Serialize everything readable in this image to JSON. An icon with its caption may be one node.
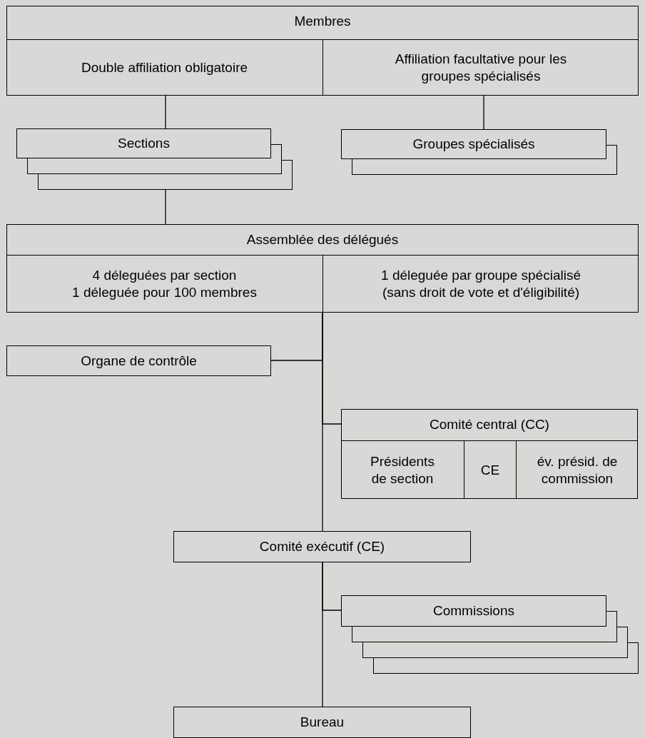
{
  "diagram": {
    "nodes": [
      {
        "text": [
          "Membres"
        ]
      },
      {
        "text": [
          "Double affiliation obligatoire"
        ],
        "in": 0
      },
      {
        "text": [
          "Affiliation facultative pour les groupes spécialisés"
        ],
        "in": 0
      },
      {
        "text": [
          "Sections"
        ]
      },
      {
        "text": [
          "Groupes spécialisés"
        ]
      },
      {
        "text": [
          "Assemblée des délégués"
        ]
      },
      {
        "text": [
          "4 déleguées par section",
          "1 déleguée pour 100 membres"
        ],
        "in": 5
      },
      {
        "text": [
          "1 déleguée par groupe spécialisé (sans droit de vote et d'éligibilité)"
        ],
        "in": 5
      },
      {
        "text": [
          "Organe de contrôle"
        ]
      },
      {
        "text": [
          "Comité central (CC)"
        ]
      },
      {
        "text": [
          "Présidents de section"
        ],
        "in": 9
      },
      {
        "text": [
          "CE"
        ],
        "in": 9
      },
      {
        "text": [
          "év. présid. de commission"
        ],
        "in": 9
      },
      {
        "text": [
          "Comité exécutif (CE)"
        ]
      },
      {
        "text": [
          "Commissions"
        ]
      },
      {
        "text": [
          "Bureau"
        ]
      }
    ],
    "edges": [
      {
        "from": 1,
        "to": 3,
        "arrow": "none"
      },
      {
        "from": 2,
        "to": 4,
        "arrow": "none"
      },
      {
        "from": 3,
        "to": 5,
        "arrow": "none"
      },
      {
        "from": 5,
        "to": 8,
        "arrow": "none"
      },
      {
        "from": 5,
        "to": 9,
        "arrow": "none"
      },
      {
        "from": 5,
        "to": 13,
        "arrow": "none"
      },
      {
        "from": 13,
        "to": 14,
        "arrow": "none"
      },
      {
        "from": 13,
        "to": 15,
        "arrow": "none"
      }
    ]
  }
}
